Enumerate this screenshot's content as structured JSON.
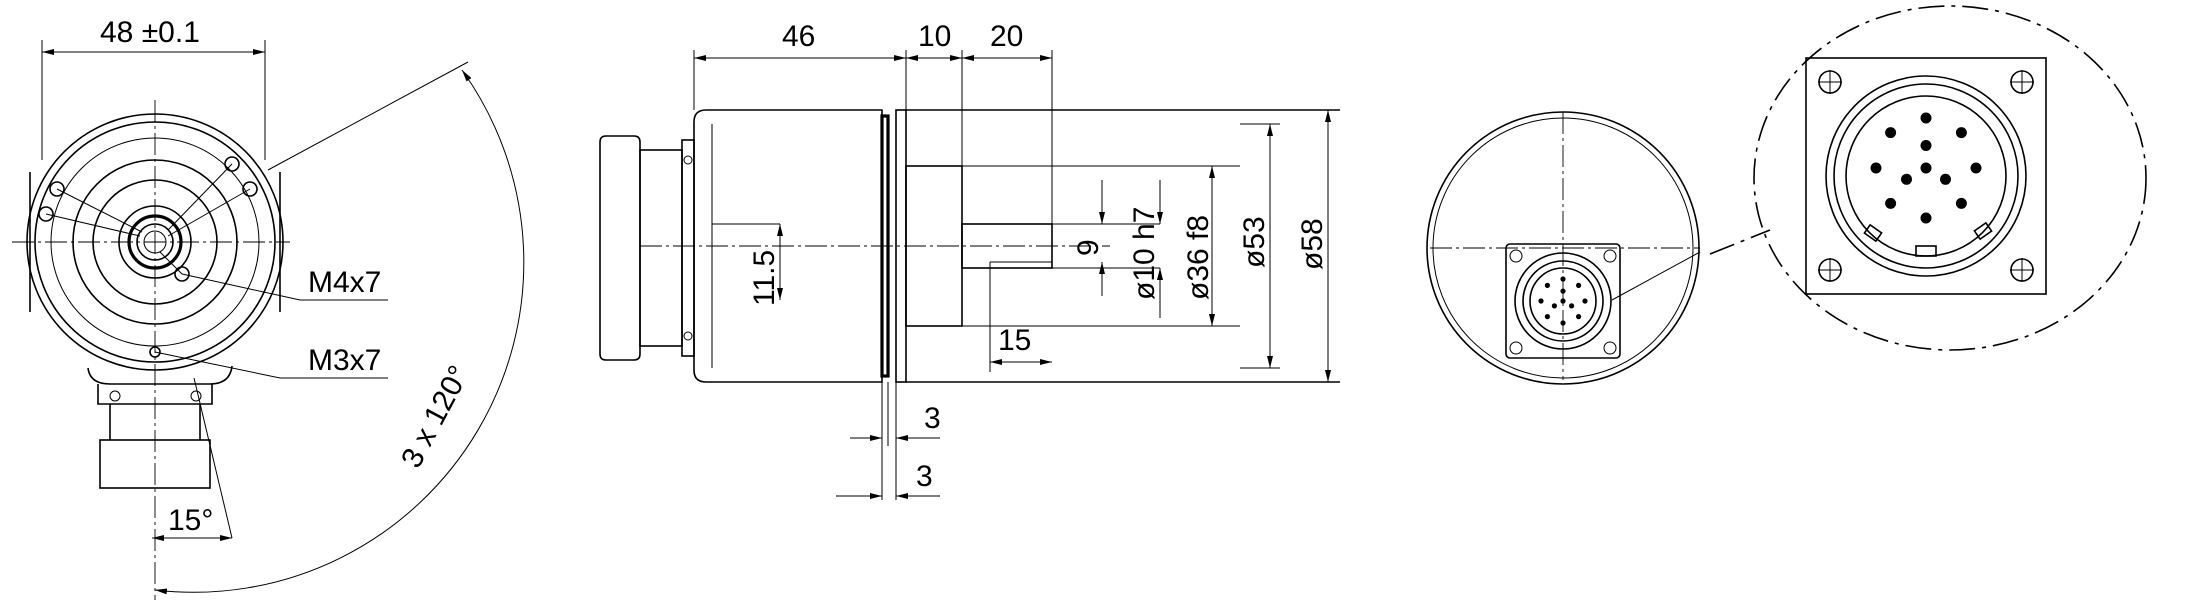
{
  "figure": "Rotary encoder dimensional drawing",
  "dimensions": {
    "front_width": "48 ±0.1",
    "mount_thread_1": "M4x7",
    "mount_thread_2": "M3x7",
    "hole_pattern": "3 x 120°",
    "connector_angle": "15°",
    "body_length": "46",
    "flange_length": "10",
    "shaft_length": "20",
    "shaft_flat_length": "15",
    "connector_height": "11.5",
    "shaft_flat": "9",
    "shaft_diameter": "ø10 h7",
    "centering_diameter": "ø36 f8",
    "flange_diameter": "ø53",
    "housing_diameter": "ø58",
    "gap_1": "3",
    "gap_2": "3"
  }
}
